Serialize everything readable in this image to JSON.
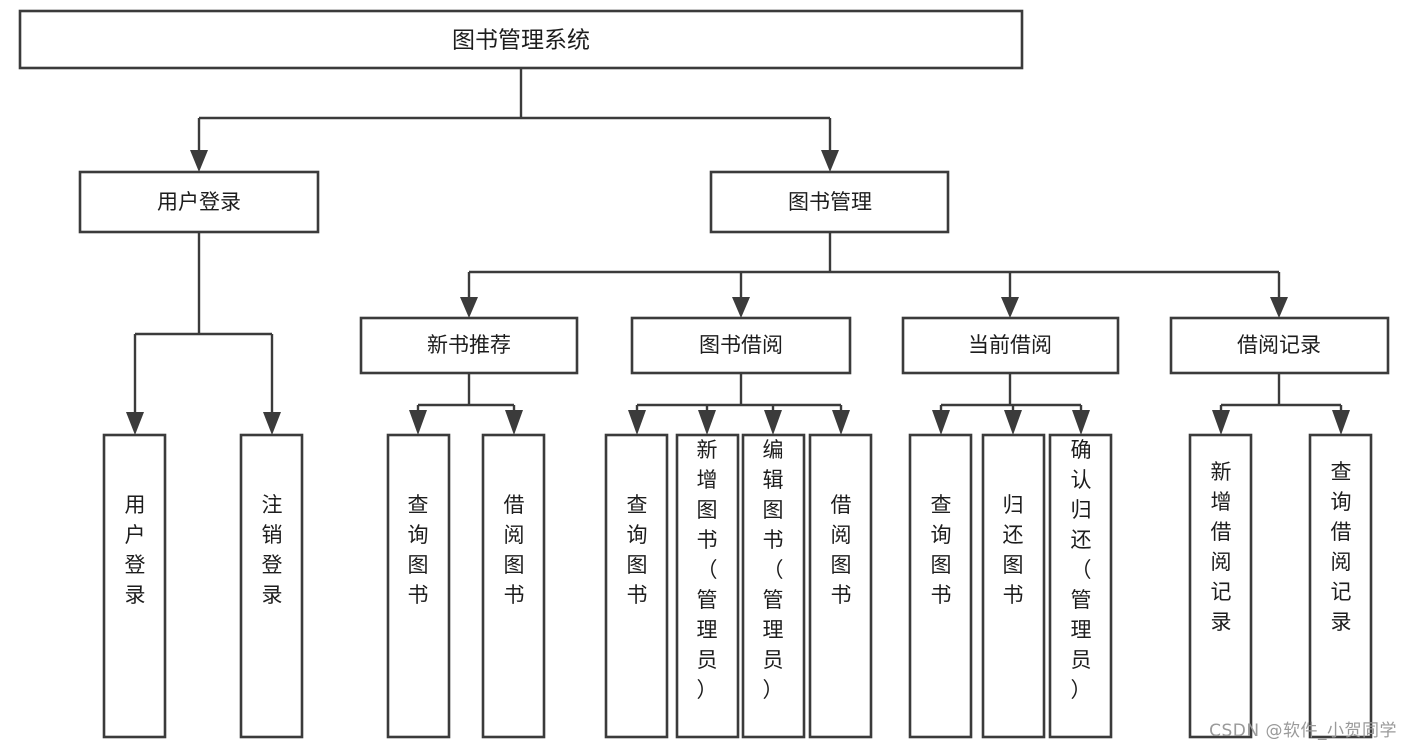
{
  "diagram": {
    "title": "图书管理系统",
    "type": "tree-hierarchy-diagram",
    "watermark": "CSDN @软件_小贺同学",
    "colors": {
      "box_stroke": "#3b3b3b",
      "box_fill": "#ffffff",
      "connector": "#3b3b3b",
      "text": "#1d1d1d",
      "background": "#ffffff",
      "watermark": "#9a9a9a"
    },
    "root": {
      "label": "图书管理系统"
    },
    "level2": [
      {
        "label": "用户登录"
      },
      {
        "label": "图书管理"
      }
    ],
    "level3": [
      {
        "label": "新书推荐"
      },
      {
        "label": "图书借阅"
      },
      {
        "label": "当前借阅"
      },
      {
        "label": "借阅记录"
      }
    ],
    "leaves": {
      "user_login": [
        {
          "label": "用户登录"
        },
        {
          "label": "注销登录"
        }
      ],
      "new_book_recommend": [
        {
          "label": "查询图书"
        },
        {
          "label": "借阅图书"
        }
      ],
      "book_borrow": [
        {
          "label": "查询图书"
        },
        {
          "label": "新增图书（管理员）"
        },
        {
          "label": "编辑图书（管理员）"
        },
        {
          "label": "借阅图书"
        }
      ],
      "current_borrow": [
        {
          "label": "查询图书"
        },
        {
          "label": "归还图书"
        },
        {
          "label": "确认归还（管理员）"
        }
      ],
      "borrow_record": [
        {
          "label": "新增借阅记录"
        },
        {
          "label": "查询借阅记录"
        }
      ]
    }
  },
  "chart_data": {
    "type": "table",
    "title": "图书管理系统",
    "nodes": [
      {
        "id": "root",
        "label": "图书管理系统",
        "level": 1,
        "parent": null
      },
      {
        "id": "n-user-login",
        "label": "用户登录",
        "level": 2,
        "parent": "root"
      },
      {
        "id": "n-book-manage",
        "label": "图书管理",
        "level": 2,
        "parent": "root"
      },
      {
        "id": "n-new-book",
        "label": "新书推荐",
        "level": 3,
        "parent": "n-book-manage"
      },
      {
        "id": "n-book-borrow",
        "label": "图书借阅",
        "level": 3,
        "parent": "n-book-manage"
      },
      {
        "id": "n-current-borrow",
        "label": "当前借阅",
        "level": 3,
        "parent": "n-book-manage"
      },
      {
        "id": "n-borrow-record",
        "label": "借阅记录",
        "level": 3,
        "parent": "n-book-manage"
      },
      {
        "id": "l-1",
        "label": "用户登录",
        "level": 4,
        "parent": "n-user-login"
      },
      {
        "id": "l-2",
        "label": "注销登录",
        "level": 4,
        "parent": "n-user-login"
      },
      {
        "id": "l-3",
        "label": "查询图书",
        "level": 4,
        "parent": "n-new-book"
      },
      {
        "id": "l-4",
        "label": "借阅图书",
        "level": 4,
        "parent": "n-new-book"
      },
      {
        "id": "l-5",
        "label": "查询图书",
        "level": 4,
        "parent": "n-book-borrow"
      },
      {
        "id": "l-6",
        "label": "新增图书（管理员）",
        "level": 4,
        "parent": "n-book-borrow"
      },
      {
        "id": "l-7",
        "label": "编辑图书（管理员）",
        "level": 4,
        "parent": "n-book-borrow"
      },
      {
        "id": "l-8",
        "label": "借阅图书",
        "level": 4,
        "parent": "n-book-borrow"
      },
      {
        "id": "l-9",
        "label": "查询图书",
        "level": 4,
        "parent": "n-current-borrow"
      },
      {
        "id": "l-10",
        "label": "归还图书",
        "level": 4,
        "parent": "n-current-borrow"
      },
      {
        "id": "l-11",
        "label": "确认归还（管理员）",
        "level": 4,
        "parent": "n-current-borrow"
      },
      {
        "id": "l-12",
        "label": "新增借阅记录",
        "level": 4,
        "parent": "n-borrow-record"
      },
      {
        "id": "l-13",
        "label": "查询借阅记录",
        "level": 4,
        "parent": "n-borrow-record"
      }
    ]
  }
}
